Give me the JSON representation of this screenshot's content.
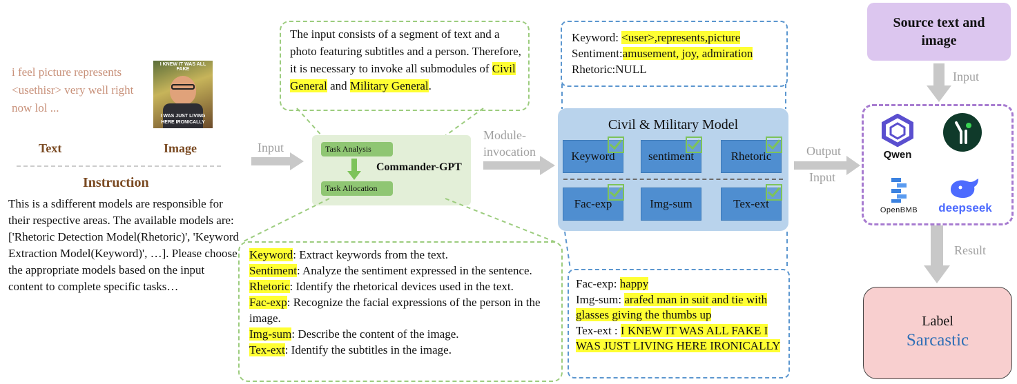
{
  "input_panel": {
    "sample_text": "i feel picture represents <usethisr> very well right now lol ...",
    "meme_text_top": "I KNEW IT WAS ALL FAKE",
    "meme_text_bottom": "I WAS JUST LIVING HERE IRONICALLY",
    "text_label": "Text",
    "image_label": "Image",
    "instruction_title": "Instruction",
    "instruction_body": "This is a sdifferent models are responsible for their respective areas. The available models are: ['Rhetoric Detection Model(Rhetoric)', 'Keyword Extraction Model(Keyword)', …]. Please choose the appropriate models based on the input content to complete specific tasks…"
  },
  "arrows": {
    "input1": "Input",
    "module_invocation_1": "Module-",
    "module_invocation_2": "invocation",
    "output": "Output",
    "input2": "Input",
    "input3": "Input",
    "result": "Result"
  },
  "commander": {
    "name": "Commander-GPT",
    "task_analysis": "Task Analysis",
    "task_allocation": "Task Allocation",
    "reasoning_1": "The input consists of a segment of text and a photo featuring subtitles and a person. Therefore, it is necessary to invoke all submodules of ",
    "reasoning_hl1": "Civil General",
    "reasoning_2": " and ",
    "reasoning_hl2": "Military General",
    "reasoning_3": "."
  },
  "module_descriptions": [
    {
      "name": "Keyword",
      "desc": ": Extract keywords from the text."
    },
    {
      "name": "Sentiment",
      "desc": ": Analyze the sentiment expressed in the sentence."
    },
    {
      "name": "Rhetoric",
      "desc": ": Identify the rhetorical devices used in the text."
    },
    {
      "name": "Fac-exp",
      "desc": ": Recognize the facial expressions of the person in the image."
    },
    {
      "name": "Img-sum",
      "desc": ": Describe the content of the image."
    },
    {
      "name": "Tex-ext",
      "desc": ": Identify the subtitles in the image."
    }
  ],
  "civil_military": {
    "title": "Civil & Military Model",
    "civil_modules": [
      "Keyword",
      "sentiment",
      "Rhetoric"
    ],
    "military_modules": [
      "Fac-exp",
      "Img-sum",
      "Tex-ext"
    ]
  },
  "civil_output": {
    "keyword_label": "Keyword: ",
    "keyword_value": "<user>,represents,picture",
    "sentiment_label": "Sentiment:",
    "sentiment_value": "amusement, joy, admiration",
    "rhetoric_line": "Rhetoric:NULL"
  },
  "military_output": {
    "facexp_label": "Fac-exp: ",
    "facexp_value": "happy",
    "imgsum_label": "Img-sum: ",
    "imgsum_value": "arafed man in suit and tie with glasses giving the thumbs up",
    "texext_label": "Tex-ext : ",
    "texext_value": "I KNEW IT WAS ALL FAKE I WAS JUST LIVING HERE IRONICALLY"
  },
  "source_box": {
    "label": "Source text and image"
  },
  "models": [
    {
      "name": "Qwen",
      "icon": "qwen-icon"
    },
    {
      "name": "Yi",
      "icon": "yi-icon"
    },
    {
      "name": "OpenBMB",
      "icon": "openbmb-icon"
    },
    {
      "name": "deepseek",
      "icon": "deepseek-icon"
    }
  ],
  "result_box": {
    "label": "Label",
    "value": "Sarcastic"
  },
  "colors": {
    "highlight": "#ffff33",
    "green": "#8fc673",
    "module_blue": "#4f8ed0",
    "panel_blue": "#b9d3ec",
    "purple": "#dcc6ef",
    "result_pink": "#f8cfcf",
    "sarcastic_blue": "#2f6fb6"
  }
}
